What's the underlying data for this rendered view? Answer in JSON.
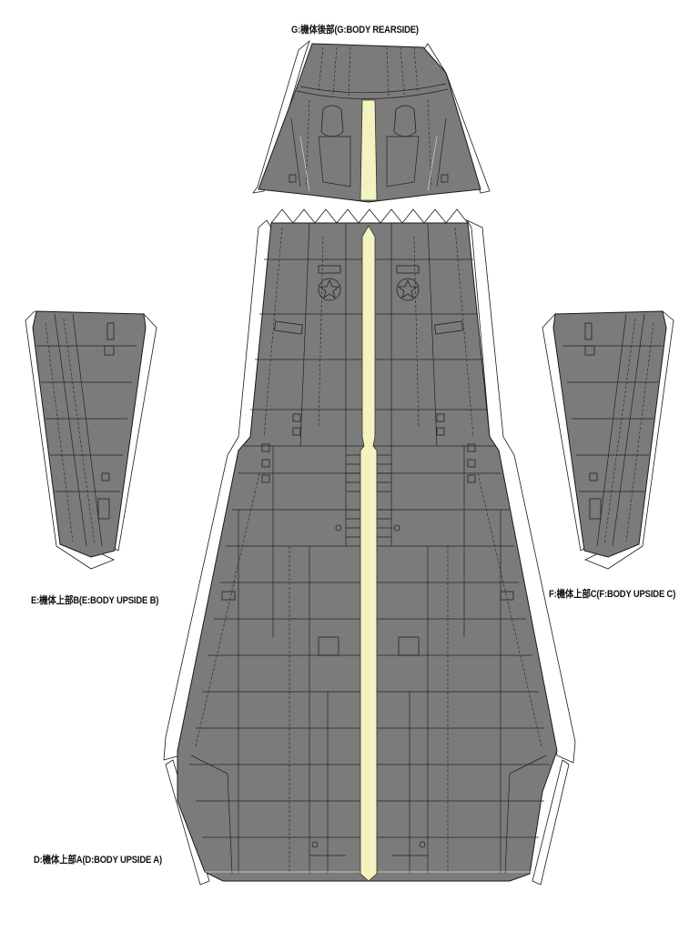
{
  "labels": {
    "g": "G:機体後部(G:BODY REARSIDE)",
    "e": "E:機体上部B(E:BODY UPSIDE B)",
    "f": "F:機体上部C(F:BODY UPSIDE C)",
    "d": "D:機体上部A(D:BODY UPSIDE A)"
  },
  "colors": {
    "panel": "#7b7b7b",
    "stripe": "#f3f3c0",
    "outline": "#1a1a1a",
    "tab": "#ffffff"
  }
}
